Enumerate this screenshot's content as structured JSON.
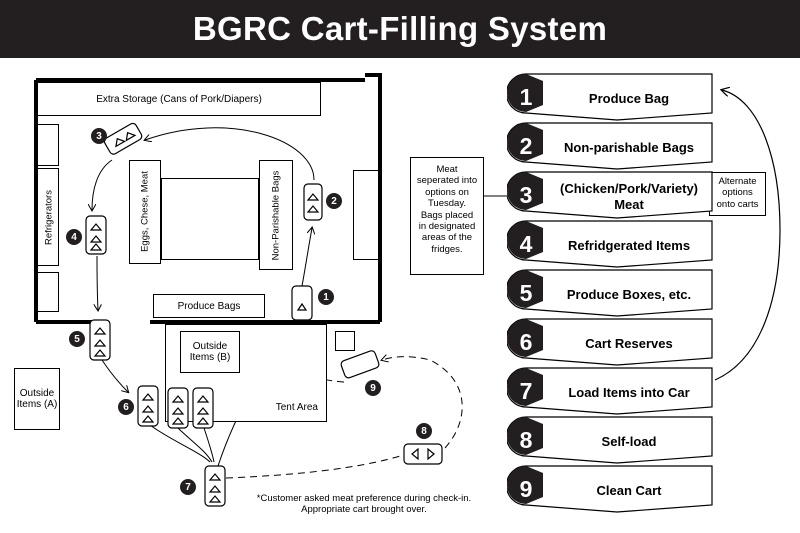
{
  "title": "BGRC Cart-Filling System",
  "floor": {
    "extra_storage": "Extra Storage (Cans of Pork/Diapers)",
    "refrigerators": "Refrigerators",
    "eggs_cheese_meat": "Eggs, Chese, Meat",
    "non_parishable_bags": "Non-Parishable Bags",
    "produce_bags": "Produce Bags",
    "outside_items_b": "Outside Items (B)",
    "outside_items_a": "Outside Items (A)",
    "tent_area": "Tent Area",
    "footnote_line1": "*Customer asked meat preference during check-in.",
    "footnote_line2": "Appropriate cart brought over."
  },
  "cart_badges": [
    "1",
    "2",
    "3",
    "4",
    "5",
    "6",
    "7",
    "8",
    "9"
  ],
  "meat_note": "Meat seperated into options on Tuesday. Bags placed in designated areas of the fridges.",
  "alternate_note": "Alternate options onto carts",
  "steps": [
    {
      "num": "1",
      "label": "Produce Bag"
    },
    {
      "num": "2",
      "label": "Non-parishable Bags"
    },
    {
      "num": "3",
      "label": "(Chicken/Pork/Variety) Meat"
    },
    {
      "num": "4",
      "label": "Refridgerated Items"
    },
    {
      "num": "5",
      "label": "Produce Boxes, etc."
    },
    {
      "num": "6",
      "label": "Cart Reserves"
    },
    {
      "num": "7",
      "label": "Load Items into Car"
    },
    {
      "num": "8",
      "label": "Self-load"
    },
    {
      "num": "9",
      "label": "Clean Cart"
    }
  ],
  "colors": {
    "dark": "#231f20",
    "light": "#ffffff"
  }
}
